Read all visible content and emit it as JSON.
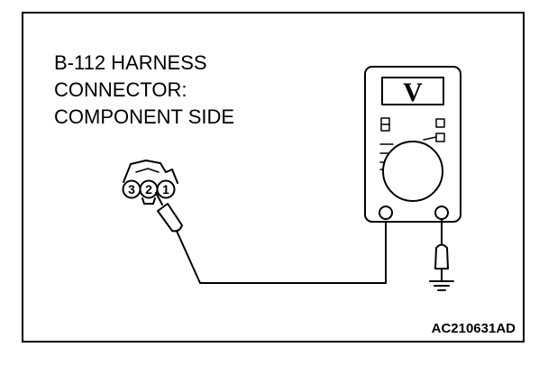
{
  "caption": {
    "line1": "B-112 HARNESS",
    "line2": "CONNECTOR:",
    "line3": "COMPONENT SIDE"
  },
  "connector": {
    "pins": [
      "3",
      "2",
      "1"
    ]
  },
  "meter": {
    "display": "V"
  },
  "figure_code": "AC210631AD",
  "icons": [
    "voltmeter-icon",
    "probe-icon",
    "ground-icon",
    "harness-connector-icon"
  ]
}
